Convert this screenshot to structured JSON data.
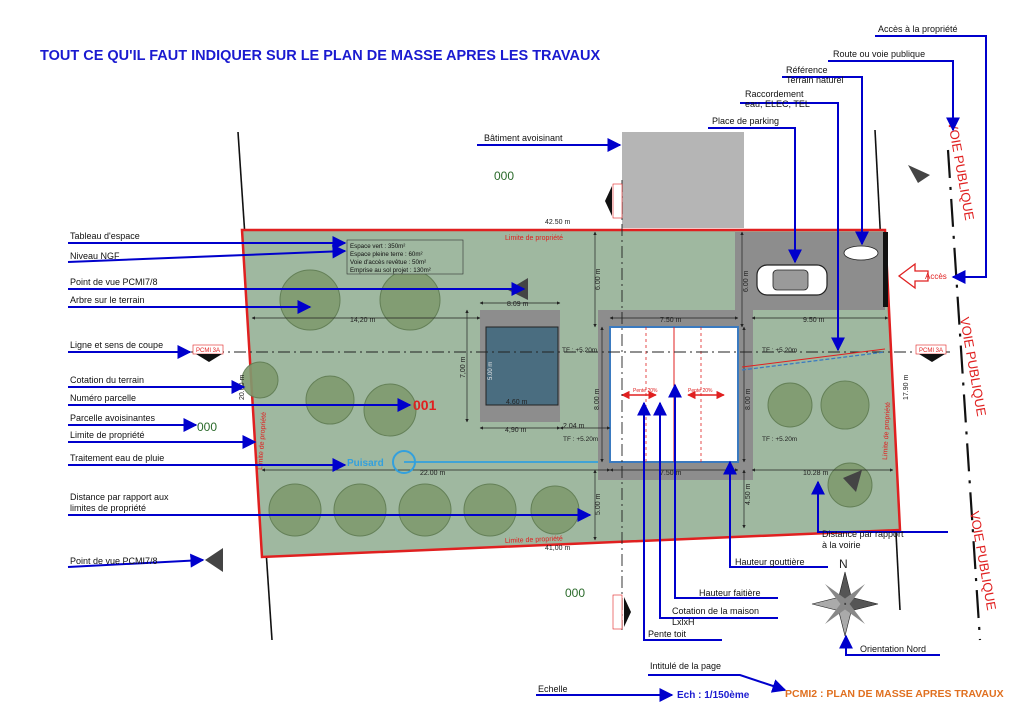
{
  "title": "TOUT CE QU'IL FAUT INDIQUER SUR LE PLAN DE MASSE APRES LES TRAVAUX",
  "callouts": {
    "tableau_espace": "Tableau d'espace",
    "niveau_ngf": "Niveau NGF",
    "point_vue_1": "Point de vue PCMI7/8",
    "arbre": "Arbre sur le terrain",
    "ligne_coupe": "Ligne et sens de coupe",
    "cotation_terrain": "Cotation du terrain",
    "numero_parcelle": "Numéro parcelle",
    "parcelle_avoisinantes": "Parcelle avoisinantes",
    "limite_propriete": "Limite de propriété",
    "traitement_eau": "Traitement eau de pluie",
    "distance_limites_1": "Distance par rapport aux",
    "distance_limites_2": "limites de propriété",
    "point_vue_2": "Point de vue PCMI7/8",
    "batiment_avoisinant": "Bâtiment avoisinant",
    "place_parking": "Place de parking",
    "raccordement_1": "Raccordement",
    "raccordement_2": "eau, ELEC, TEL",
    "reference_1": "Référence",
    "reference_2": "Terrain naturel",
    "route_voie": "Route ou voie publique",
    "acces_propriete": "Accès à la propriété",
    "distance_voirie_1": "Distance par rapport",
    "distance_voirie_2": "à la voirie",
    "hauteur_gouttiere": "Hauteur gouttière",
    "hauteur_faitiere": "Hauteur faitière",
    "cotation_maison_1": "Cotation de la maison",
    "cotation_maison_2": "LxlxH",
    "pente_toit": "Pente toit",
    "orientation_nord": "Orientation Nord",
    "intitule_page": "Intitulé de la page",
    "echelle": "Echelle"
  },
  "plan": {
    "parcel_number": "001",
    "neighbor_code_top": "000",
    "neighbor_code_left": "000",
    "neighbor_code_bottom": "000",
    "limite_top": "Limite de propriété",
    "limite_bottom": "Limite de propriété",
    "limite_left": "Limite de propriété",
    "limite_right": "Limite de propriété",
    "voie_publique": "VOIE PUBLIQUE",
    "acces": "Accès",
    "scale": "Ech : 1/150ème",
    "page_title": "PCMI2 : PLAN DE MASSE APRES TRAVAUX",
    "puisard": "Puisard",
    "pcmi3a": "PCMI 3A",
    "north": "N",
    "space_table": [
      "Espace vert : 350m²",
      "Espace pleine terre : 60m²",
      "Voie d'accès revêtue : 50m²",
      "Emprise au sol projet : 130m²"
    ],
    "dims": {
      "top_width": "42.50 m",
      "bottom_width": "41,00 m",
      "left_depth": "14,20 m",
      "right_depth": "9.50 m",
      "house_width": "7.50 m",
      "house_width_bottom": "7.50 m",
      "pool_top": "8.09 m",
      "pool_bottom": "4,90 m",
      "pool_inner": "4.60 m",
      "pool_height": "7,00 m",
      "pool_inner_h": "5.00 m",
      "top_setback": "6.00 m",
      "bottom_setback": "5.00 m",
      "parking_setback": "6.00 m",
      "right_lower_setback": "4.50 m",
      "house_depth": "8.00 m",
      "house_depth_r": "8.00 m",
      "distance_22": "22.00 m",
      "distance_1028": "10.28 m",
      "gap_204": "2.04 m",
      "side_1790": "17.90 m",
      "left_side": "20.00 m"
    },
    "tf_520": "TF : +5.20m",
    "tf_520b": "TF : +5.20m",
    "tf_520c": "TF : +5.20m",
    "tf_520d": "TF : +5.20m",
    "pente": "Pente 20%",
    "pente2": "Pente 20%"
  },
  "colors": {
    "callout": "#0000cc",
    "parcel_border": "#e02020",
    "lawn": "#9fb8a0",
    "paving": "#8a8a8a",
    "accent_red": "#e02020",
    "orange": "#e07020"
  }
}
